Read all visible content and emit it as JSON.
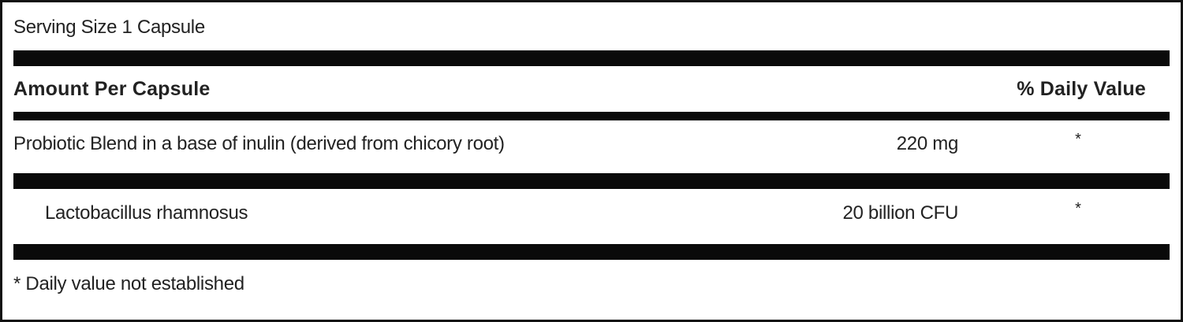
{
  "serving_size": "Serving Size 1 Capsule",
  "header": {
    "amount_label": "Amount Per Capsule",
    "daily_value_label": "% Daily Value"
  },
  "rows": [
    {
      "name": "Probiotic Blend in a base of inulin (derived from chicory root)",
      "amount": "220 mg",
      "daily_value": "*",
      "indented": false
    },
    {
      "name": "Lactobacillus rhamnosus",
      "amount": "20 billion CFU",
      "daily_value": "*",
      "indented": true
    }
  ],
  "footnote": "* Daily value not established",
  "colors": {
    "border": "#111111",
    "bar": "#0a0a0a",
    "text": "#222222",
    "background": "#ffffff"
  }
}
